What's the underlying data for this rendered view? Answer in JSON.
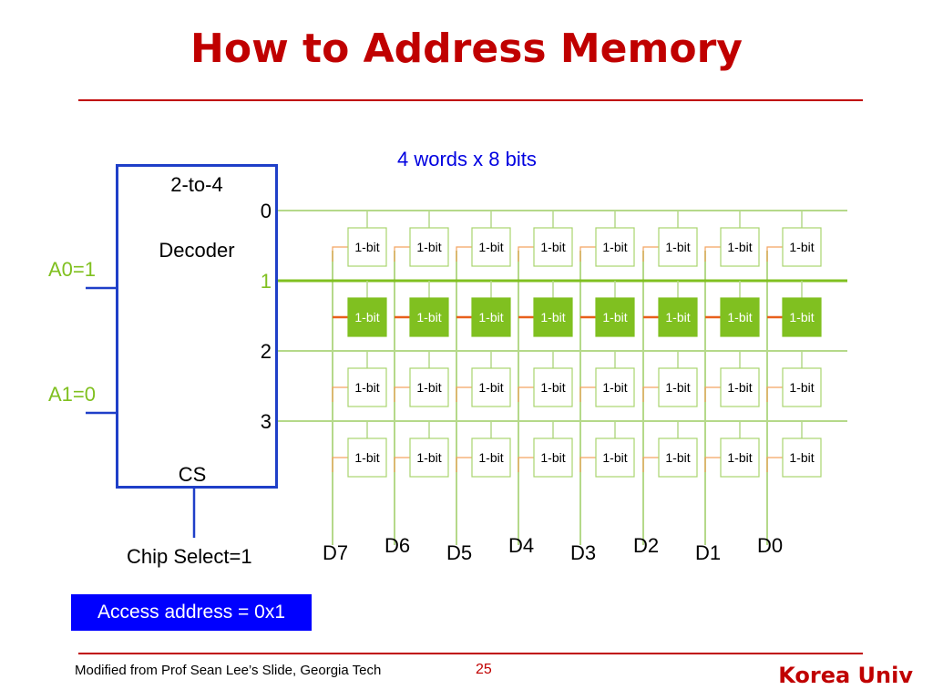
{
  "slide": {
    "title": "How to Address Memory",
    "subtitle": "4 words x 8 bits",
    "decoder_line1": "2-to-4",
    "decoder_line2": "Decoder",
    "cs_label": "CS",
    "chip_select": "Chip Select=1",
    "a0": "A0=1",
    "a1": "A1=0",
    "outputs": [
      "0",
      "1",
      "2",
      "3"
    ],
    "active_row": 1,
    "cell_label": "1-bit",
    "data_labels": [
      "D7",
      "D6",
      "D5",
      "D4",
      "D3",
      "D2",
      "D1",
      "D0"
    ],
    "access": "Access address = 0x1",
    "footer_left": "Modified from Prof Sean Lee’s Slide, Georgia Tech",
    "page_number": "25",
    "footer_right": "Korea Univ"
  },
  "colors": {
    "title_red": "#c00000",
    "decoder_blue": "#1f3fc8",
    "line_green": "#b5d98a",
    "active_green": "#80c020",
    "cell_border": "#a9d46f",
    "stub_orange": "#f4a460",
    "active_orange": "#e8601c"
  }
}
